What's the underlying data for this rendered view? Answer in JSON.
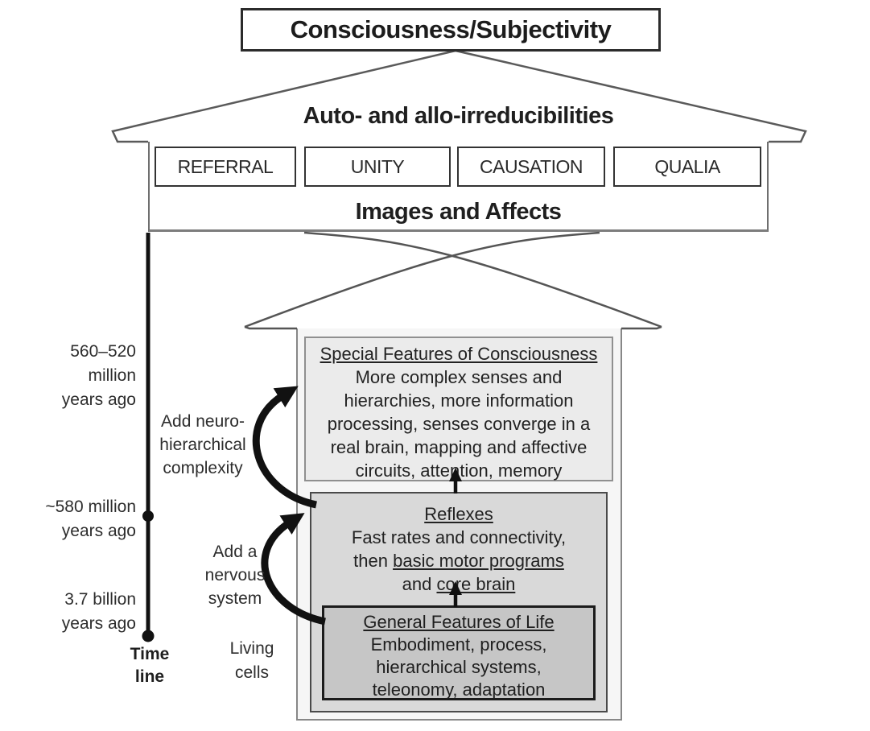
{
  "top": {
    "title": "Consciousness/Subjectivity"
  },
  "upper_house": {
    "header": "Auto- and allo-irreducibilities",
    "categories": [
      {
        "label": "REFERRAL"
      },
      {
        "label": "UNITY"
      },
      {
        "label": "CAUSATION"
      },
      {
        "label": "QUALIA"
      }
    ],
    "footer": "Images and Affects"
  },
  "timeline": {
    "markers": [
      {
        "text": "560–520\nmillion\nyears ago"
      },
      {
        "text": "~580 million\nyears ago"
      },
      {
        "text": "3.7 billion\nyears ago"
      }
    ],
    "label": "Time\nline"
  },
  "annotations": [
    {
      "text": "Add neuro-\nhierarchical\ncomplexity"
    },
    {
      "text": "Add a\nnervous\nsystem"
    },
    {
      "text": "Living\ncells"
    }
  ],
  "levels": {
    "special": {
      "title": "Special Features of Consciousness",
      "body": "More complex senses and\nhierarchies, more information\nprocessing, senses converge in a\nreal brain, mapping and affective\ncircuits, attention, memory"
    },
    "reflexes": {
      "title": "Reflexes",
      "line1": "Fast rates and connectivity,",
      "line2_pre": "then ",
      "line2_underlined": "basic motor programs",
      "line3_pre": "and ",
      "line3_underlined": "core brain"
    },
    "general": {
      "title": "General Features of Life",
      "body": "Embodiment, process,\nhierarchical systems,\nteleonomy, adaptation"
    }
  },
  "colors": {
    "ink": "#1a1a1a",
    "outline_gray": "#555555",
    "house_bg": "#f6f6f6",
    "special_bg": "#ebebeb",
    "reflexes_bg": "#d9d9d9",
    "general_bg": "#c6c6c6"
  }
}
